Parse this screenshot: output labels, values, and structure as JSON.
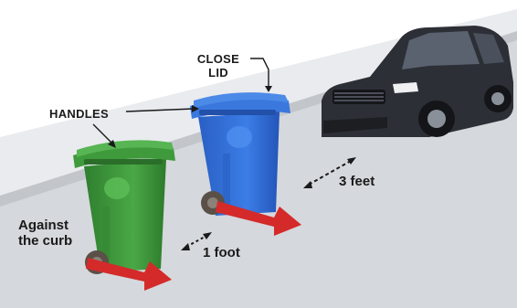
{
  "labels": {
    "close_lid_line1": "CLOSE",
    "close_lid_line2": "LID",
    "handles": "HANDLES",
    "against_curb_line1": "Against",
    "against_curb_line2": "the curb",
    "one_foot": "1 foot",
    "three_feet": "3 feet"
  },
  "colors": {
    "green_cart": "#3f9a3c",
    "blue_cart": "#2f6fd6",
    "vehicle": "#2a2d33",
    "arrow_red": "#d42a2a",
    "road": "#cfd2d6",
    "sidewalk": "#eceef0"
  }
}
